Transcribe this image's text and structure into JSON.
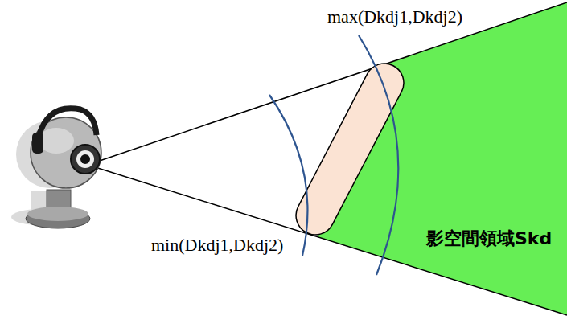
{
  "diagram": {
    "labels": [
      "max(Dkdj1,Dkdj2)",
      "min(Dkdj1,Dkdj2)",
      "影空間領域Skd"
    ]
  }
}
